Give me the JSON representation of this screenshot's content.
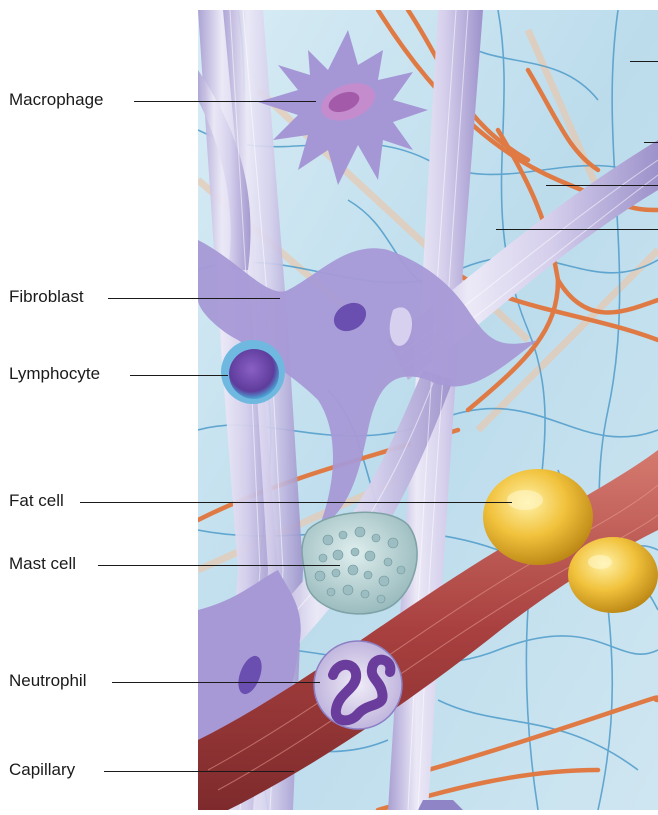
{
  "labels": {
    "macrophage": "Macrophage",
    "fibroblast": "Fibroblast",
    "lymphocyte": "Lymphocyte",
    "fat_cell": "Fat cell",
    "mast_cell": "Mast cell",
    "neutrophil": "Neutrophil",
    "capillary": "Capillary"
  },
  "colors": {
    "ground_substance": "#c5e1ee",
    "reticular_fiber": "#5aa4cf",
    "elastic_fiber": "#e0834e",
    "collagen_fiber": "#c9c3e3",
    "cell_body": "#a395d3",
    "nucleus": "#6f4fae",
    "fat": "#e3b22e",
    "capillary": "#b24a47"
  }
}
